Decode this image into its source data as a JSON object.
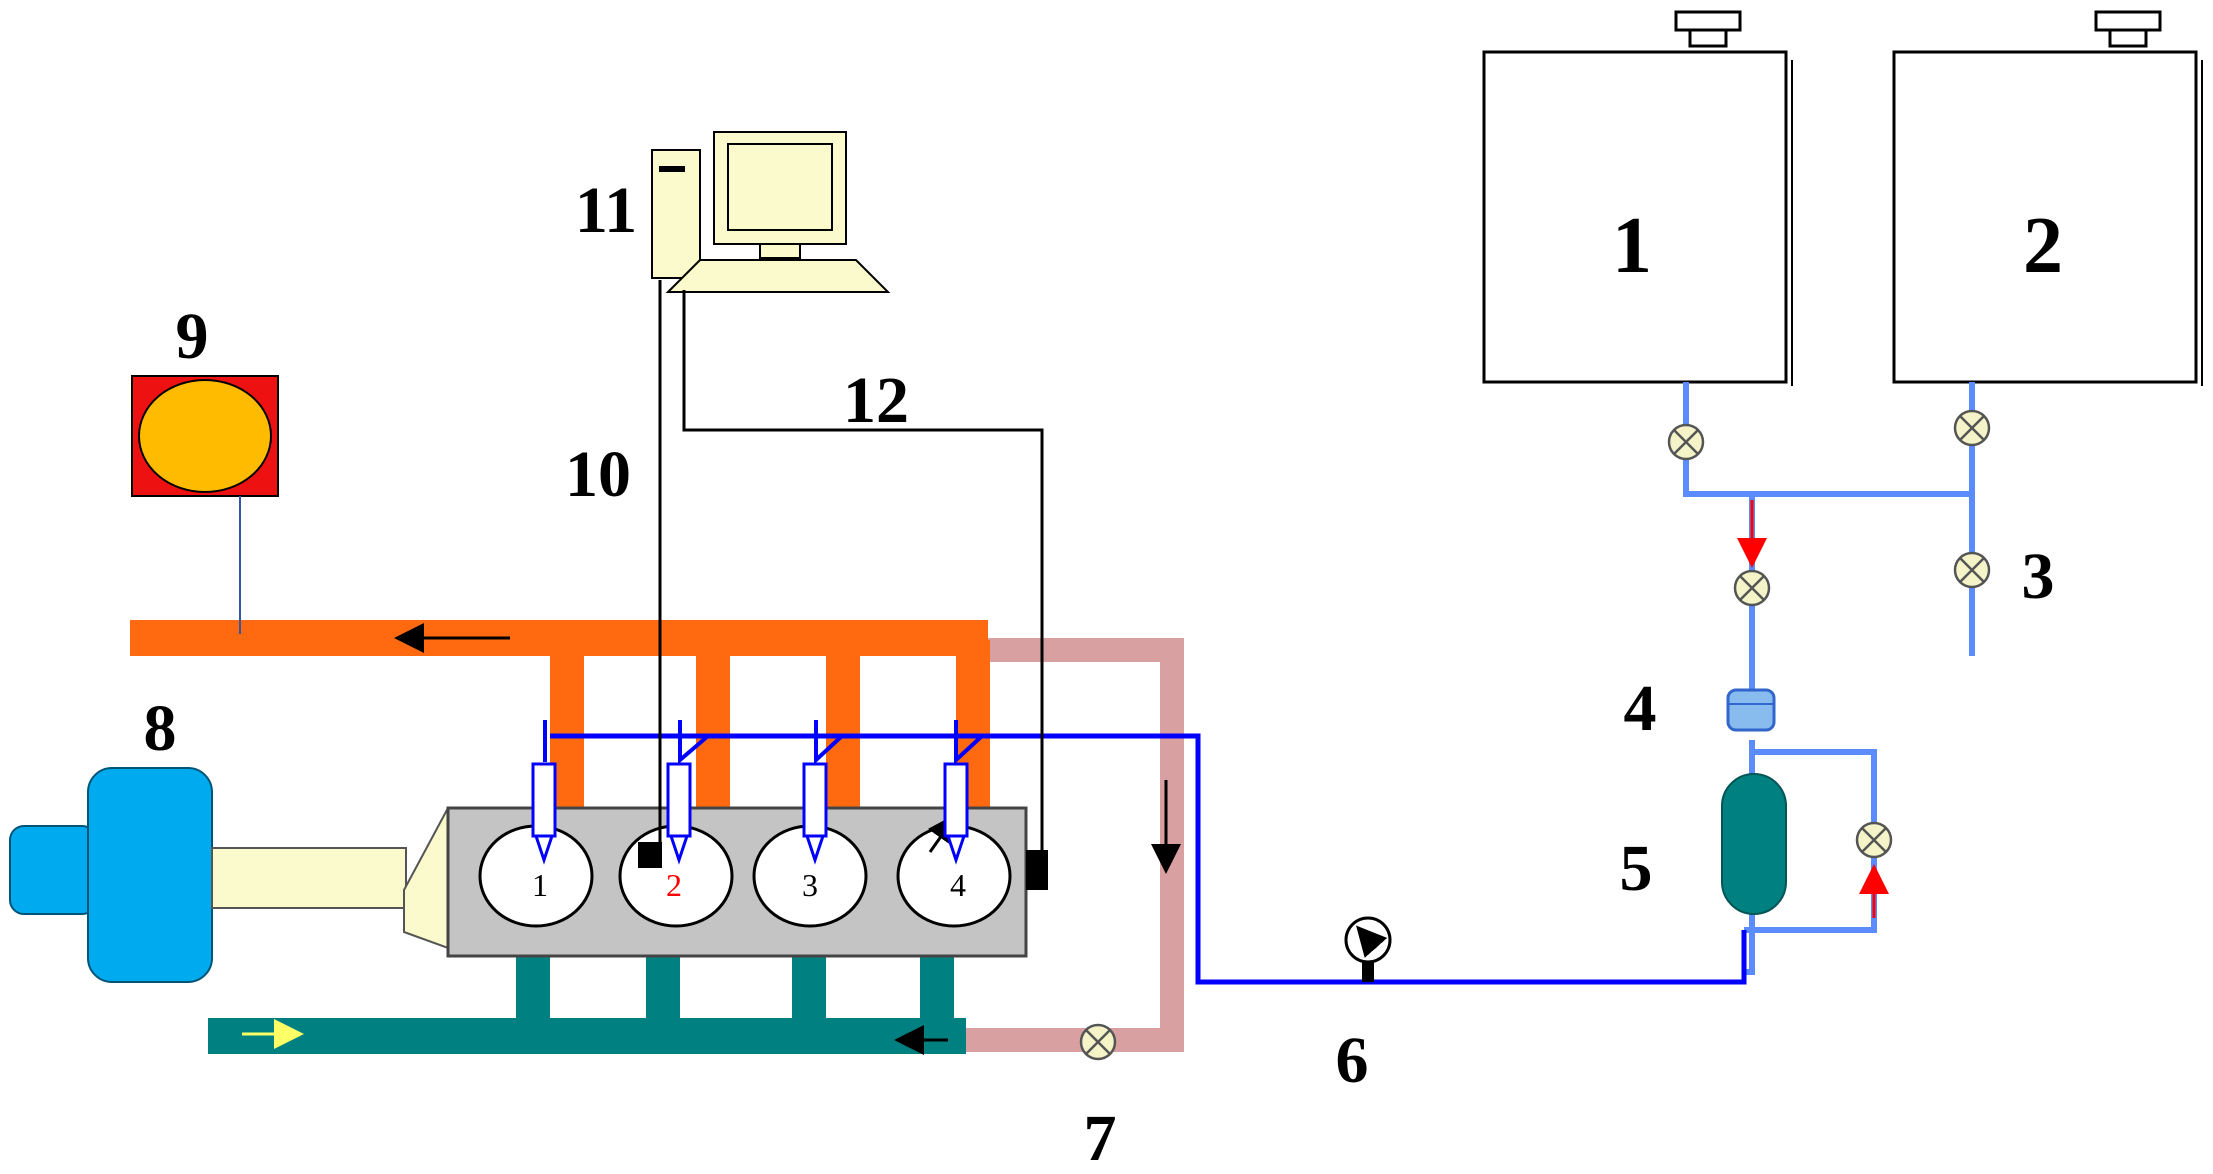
{
  "labels": {
    "tank1": "1",
    "tank2": "2",
    "valve3": "3",
    "filter4": "4",
    "pump5": "5",
    "gauge6": "6",
    "valve7": "7",
    "dyno8": "8",
    "analyzer9": "9",
    "line10": "10",
    "computer11": "11",
    "line12": "12"
  },
  "cylinders": [
    "1",
    "2",
    "3",
    "4"
  ],
  "colors": {
    "exhaust": "#ff6a10",
    "egr": "#d8a0a0",
    "intake": "#008080",
    "fuel_line": "#0000ff",
    "supply_line": "#5a8cff",
    "engine_block": "#c4c4c4",
    "dyno": "#00aaee",
    "shaft": "#fafacc",
    "analyzer_frame": "#ee1111",
    "analyzer_disk": "#ffbb00",
    "pump": "#008080",
    "valve": "#f4f4c8",
    "computer": "#fafacc",
    "cyl2_label": "#ff0000"
  }
}
